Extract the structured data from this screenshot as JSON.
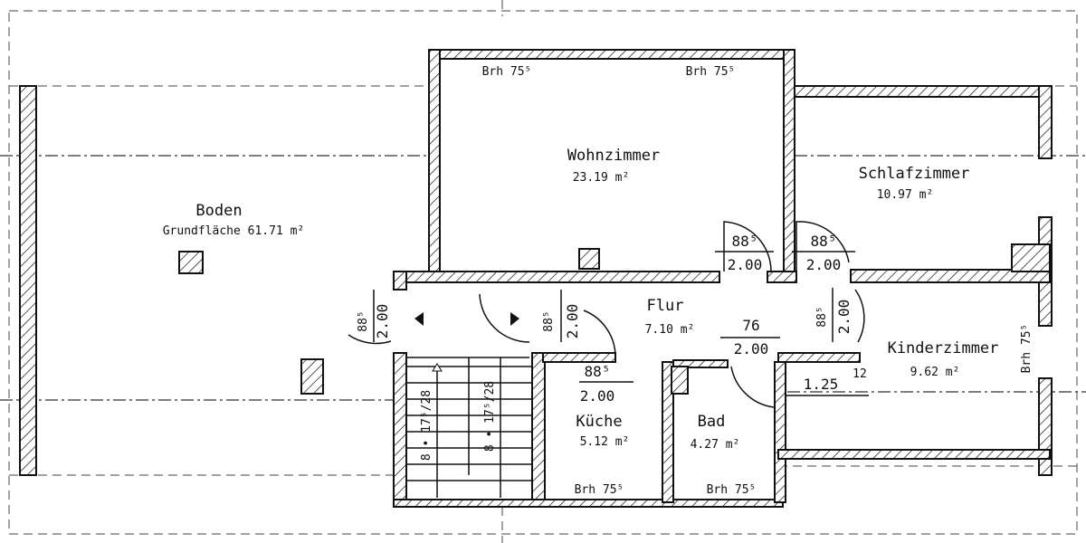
{
  "rooms": {
    "boden": {
      "name": "Boden",
      "area": "Grundfläche 61.71 m²"
    },
    "wohnzimmer": {
      "name": "Wohnzimmer",
      "area": "23.19 m²",
      "brh_left": "Brh 75⁵",
      "brh_right": "Brh 75⁵"
    },
    "schlafzimmer": {
      "name": "Schlafzimmer",
      "area": "10.97 m²"
    },
    "flur": {
      "name": "Flur",
      "area": "7.10 m²"
    },
    "kinderzimmer": {
      "name": "Kinderzimmer",
      "area": "9.62 m²",
      "brh": "Brh 75⁵"
    },
    "kueche": {
      "name": "Küche",
      "area": "5.12 m²",
      "brh": "Brh 75⁵"
    },
    "bad": {
      "name": "Bad",
      "area": "4.27 m²",
      "brh": "Brh 75⁵"
    }
  },
  "doors": [
    {
      "width": "88⁵",
      "height": "2.00"
    },
    {
      "width": "88⁵",
      "height": "2.00"
    },
    {
      "width": "88⁵",
      "height": "2.00"
    },
    {
      "width": "88⁵",
      "height": "2.00"
    },
    {
      "width": "88⁵",
      "height": "2.00"
    },
    {
      "width": "88⁵",
      "height": "2.00"
    },
    {
      "width": "76",
      "height": "2.00"
    }
  ],
  "stairs": {
    "left": "8 • 17⁵/28",
    "right": "8 • 17⁵/28"
  },
  "dimensions": {
    "closet_width": "1.25",
    "wall": "12"
  }
}
